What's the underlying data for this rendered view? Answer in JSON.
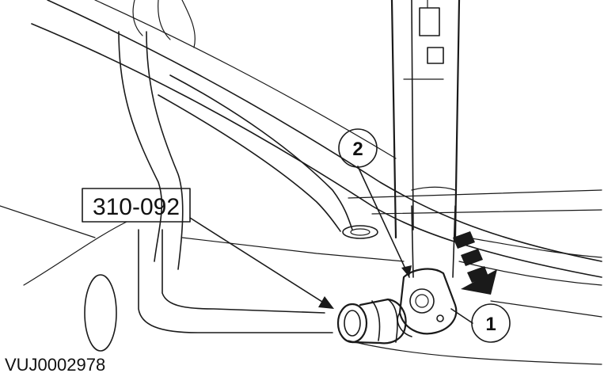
{
  "callouts": {
    "one": "1",
    "two": "2"
  },
  "tool_label": "310-092",
  "figure_reference": "VUJ0002978",
  "colors": {
    "ink": "#1a1a1a",
    "background": "#ffffff"
  }
}
